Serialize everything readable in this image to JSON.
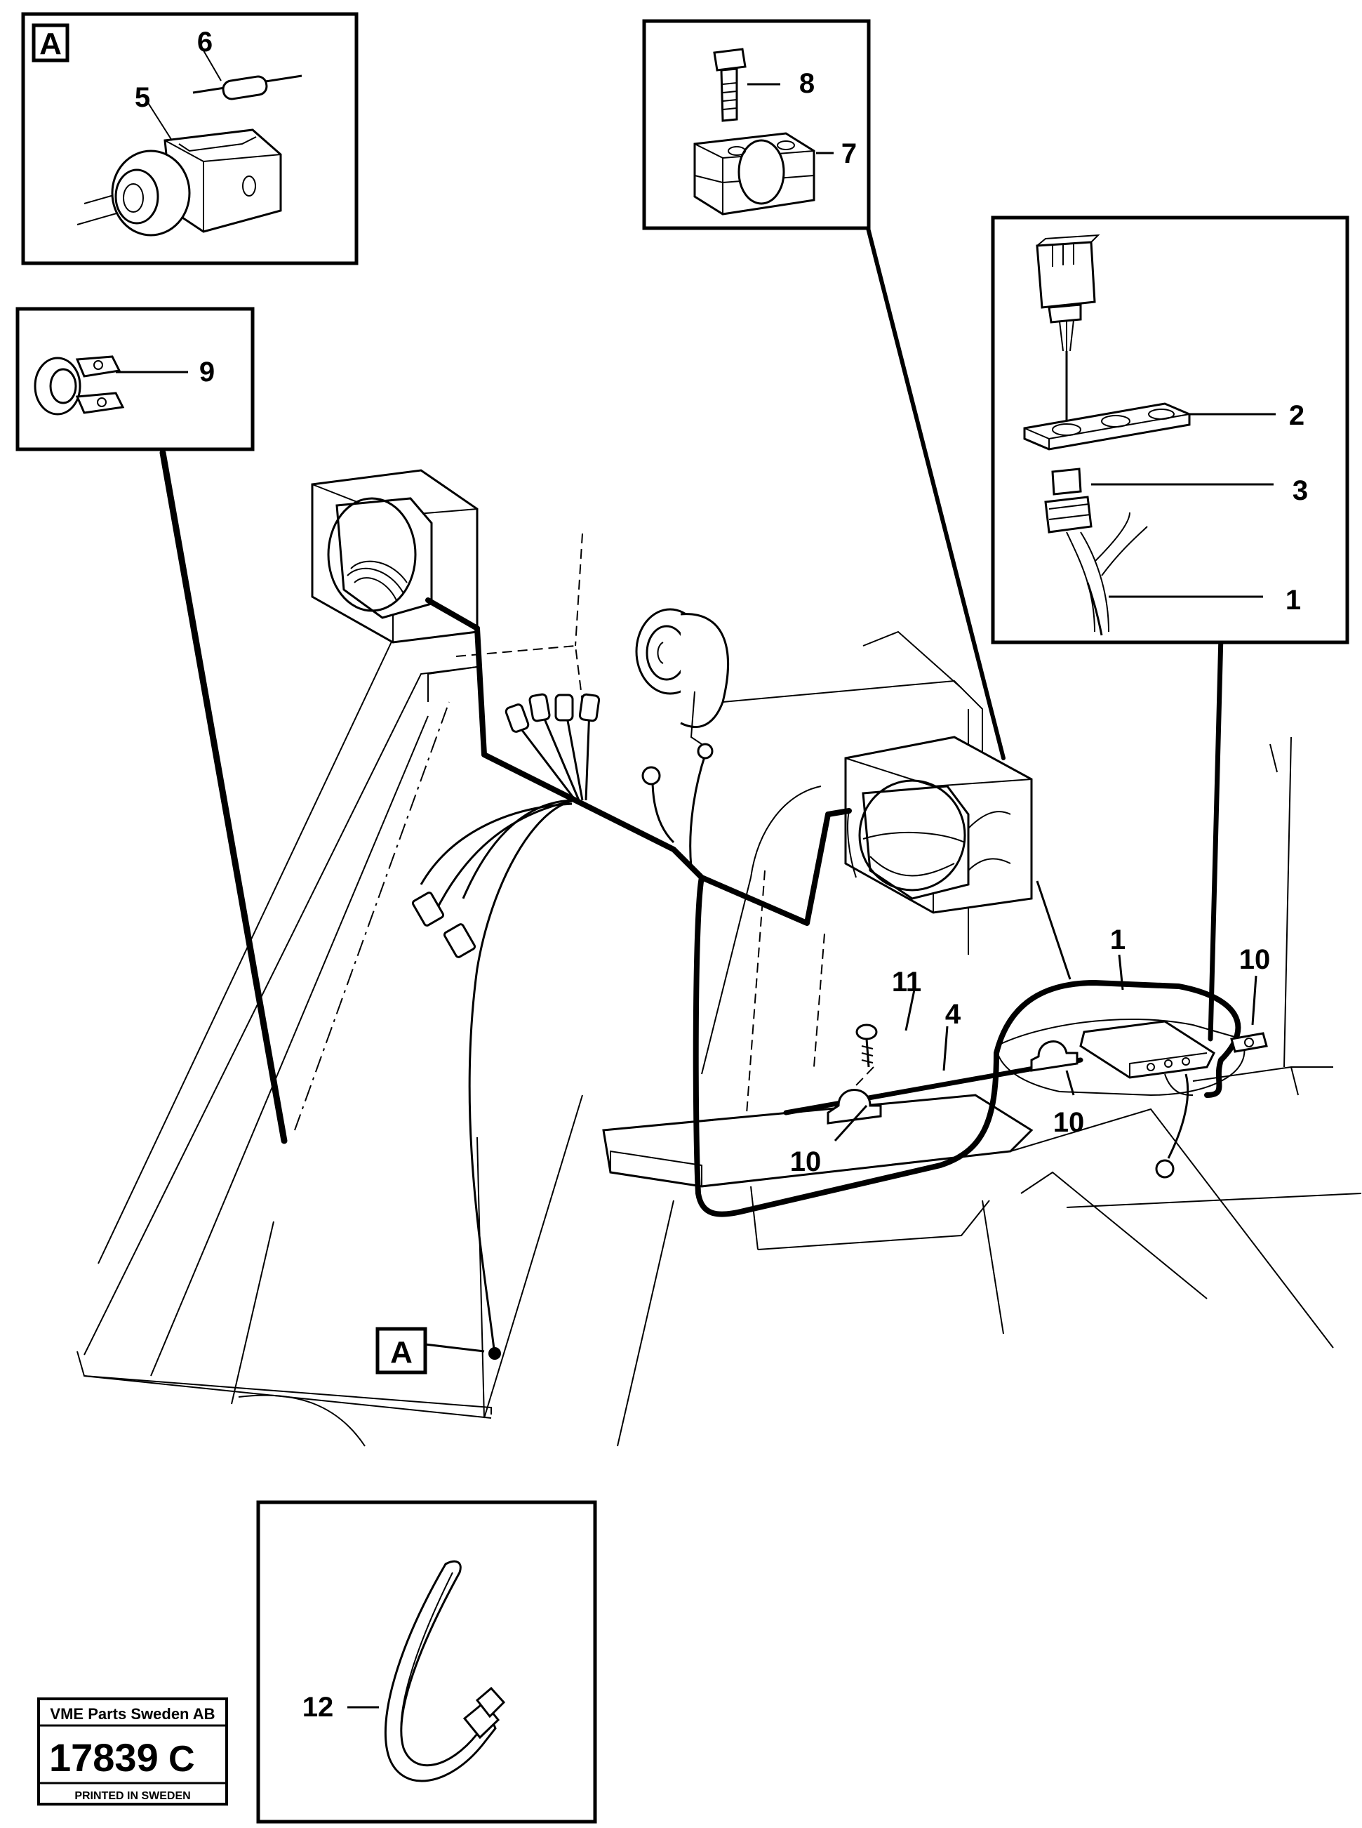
{
  "callouts": {
    "detail_a": "A",
    "marker_a": "A"
  },
  "labels": {
    "p1_top": "1",
    "p1_bottom": "1",
    "p2": "2",
    "p3": "3",
    "p4": "4",
    "p5": "5",
    "p6": "6",
    "p7": "7",
    "p8": "8",
    "p9": "9",
    "p10_left": "10",
    "p10_mid": "10",
    "p10_right": "10",
    "p11": "11",
    "p12": "12"
  },
  "stamp": {
    "company": "VME Parts Sweden AB",
    "number": "17839",
    "revision": "C",
    "printed": "PRINTED IN SWEDEN"
  }
}
